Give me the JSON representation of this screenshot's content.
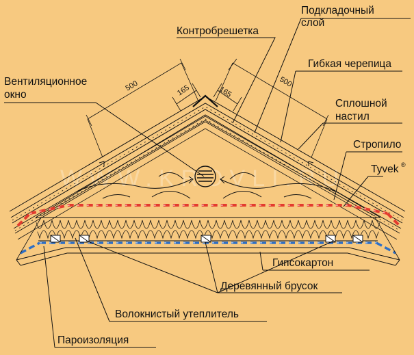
{
  "diagram": {
    "labels": {
      "podkladochny_1": "Подкладочный",
      "podkladochny_2": "слой",
      "kontrobreshetka": "Контробрешетка",
      "gibkaya": "Гибкая черепица",
      "sploshnoy_1": "Сплошной",
      "sploshnoy_2": "настил",
      "ventokno_1": "Вентиляционное",
      "ventokno_2": "окно",
      "stropilo": "Стропило",
      "tyvek": "Tyvek",
      "tyvek_mark": "®",
      "gipsokarton": "Гипсокартон",
      "brusok": "Деревянный брусок",
      "uteplitel": "Волокнистый утеплитель",
      "paroizol": "Пароизоляция"
    },
    "dimensions": {
      "left_500": "500",
      "left_165": "165",
      "right_165": "165",
      "right_500": "500"
    },
    "watermark": "WWW.KROVLI.RU",
    "colors": {
      "background": "#f7c980",
      "wind_membrane": "#e33b2e",
      "vapor_barrier": "#2f6fc4",
      "lines": "#111111"
    }
  }
}
